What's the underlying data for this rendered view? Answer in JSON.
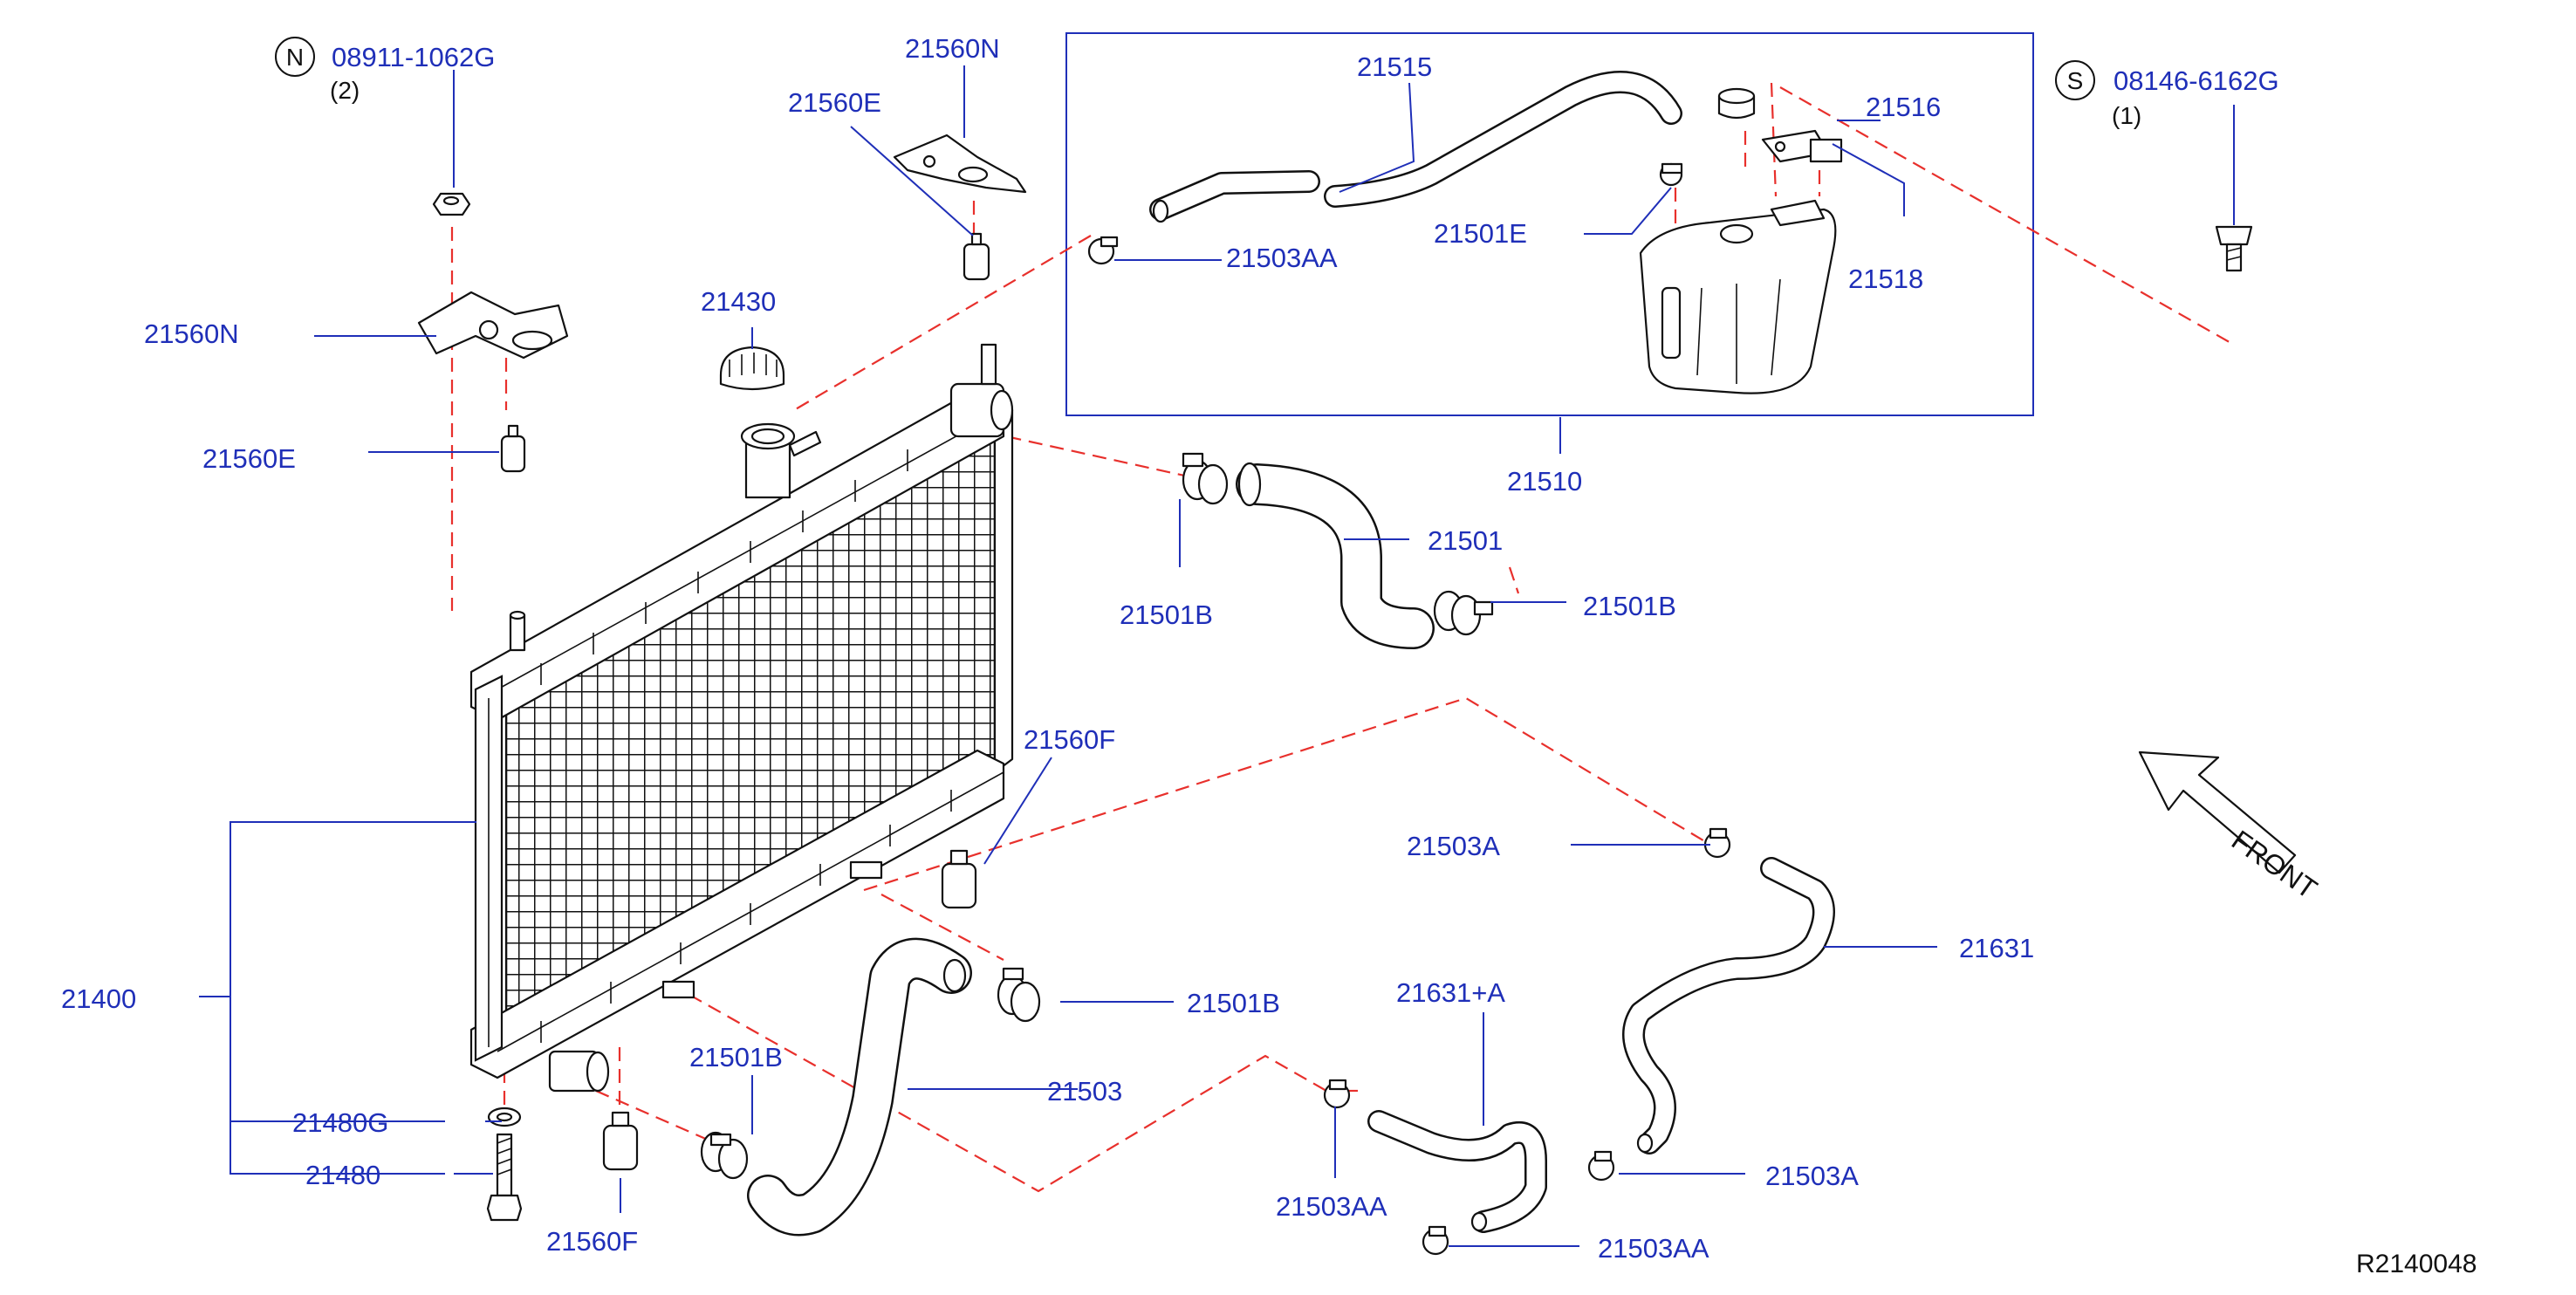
{
  "diagram_id": "R2140048",
  "front_label": "FRONT",
  "standard_parts": [
    {
      "symbol": "N",
      "number": "08911-1062G",
      "qty": "(2)"
    },
    {
      "symbol": "S",
      "number": "08146-6162G",
      "qty": "(1)"
    }
  ],
  "labels": {
    "l21560N_top": "21560N",
    "l21560E_top": "21560E",
    "l21515": "21515",
    "l21516": "21516",
    "l21501E": "21501E",
    "l21518": "21518",
    "l21503AA_top": "21503AA",
    "l21560N_left": "21560N",
    "l21430": "21430",
    "l21560E_left": "21560E",
    "l21510": "21510",
    "l21501": "21501",
    "l21501B_a": "21501B",
    "l21501B_b": "21501B",
    "l21560F_right": "21560F",
    "l21503A_a": "21503A",
    "l21631": "21631",
    "l21400": "21400",
    "l21501B_c": "21501B",
    "l21631A": "21631+A",
    "l21501B_d": "21501B",
    "l21503": "21503",
    "l21480G": "21480G",
    "l21503A_b": "21503A",
    "l21480": "21480",
    "l21503AA_a": "21503AA",
    "l21560F_bottom": "21560F",
    "l21503AA_b": "21503AA"
  },
  "colors": {
    "label": "#1f2fb8",
    "dashed_line": "#e8302c",
    "part_outline": "#111111",
    "background": "#ffffff"
  }
}
